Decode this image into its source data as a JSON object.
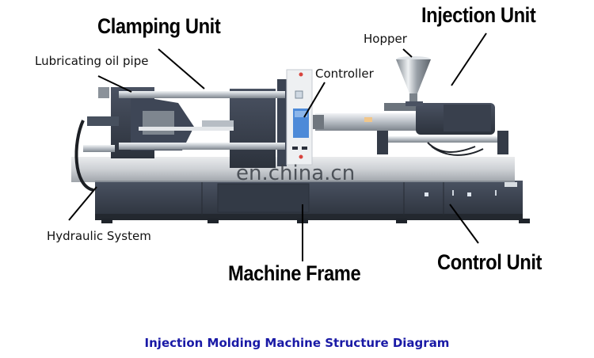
{
  "diagram": {
    "title": "Injection Molding Machine Structure Diagram",
    "watermark": "en.china.cn",
    "colors": {
      "caption": "#1a1aa6",
      "machine_body": "#3b4352",
      "machine_dark": "#2a303b",
      "steel": "#c9ced4",
      "background": "#ffffff"
    },
    "labels": {
      "clamping_unit": "Clamping Unit",
      "injection_unit": "Injection Unit",
      "machine_frame": "Machine Frame",
      "control_unit": "Control Unit",
      "lubricating_oil_pipe": "Lubricating oil pipe",
      "hopper": "Hopper",
      "controller": "Controller",
      "hydraulic_system": "Hydraulic System"
    }
  }
}
